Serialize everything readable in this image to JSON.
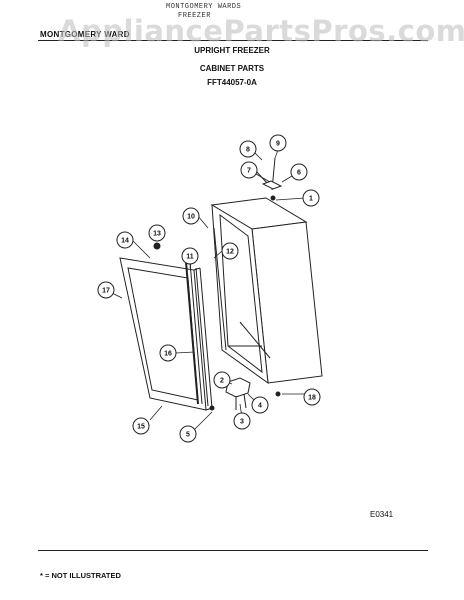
{
  "header": {
    "typed_line_1": "MONTGOMERY WARDS",
    "typed_line_2": "FREEZER",
    "brand": "MONTGOMERY WARD",
    "title": "UPRIGHT FREEZER",
    "subtitle": "CABINET PARTS",
    "model": "FFT44057-0A"
  },
  "watermark": "AppliancePartsPros.com",
  "diagram": {
    "callouts": [
      "1",
      "2",
      "3",
      "4",
      "5",
      "6",
      "7",
      "8",
      "9",
      "10",
      "11",
      "12",
      "13",
      "14",
      "15",
      "16",
      "17",
      "18"
    ],
    "code": "E0341"
  },
  "footer": {
    "note": "* = NOT ILLUSTRATED"
  }
}
